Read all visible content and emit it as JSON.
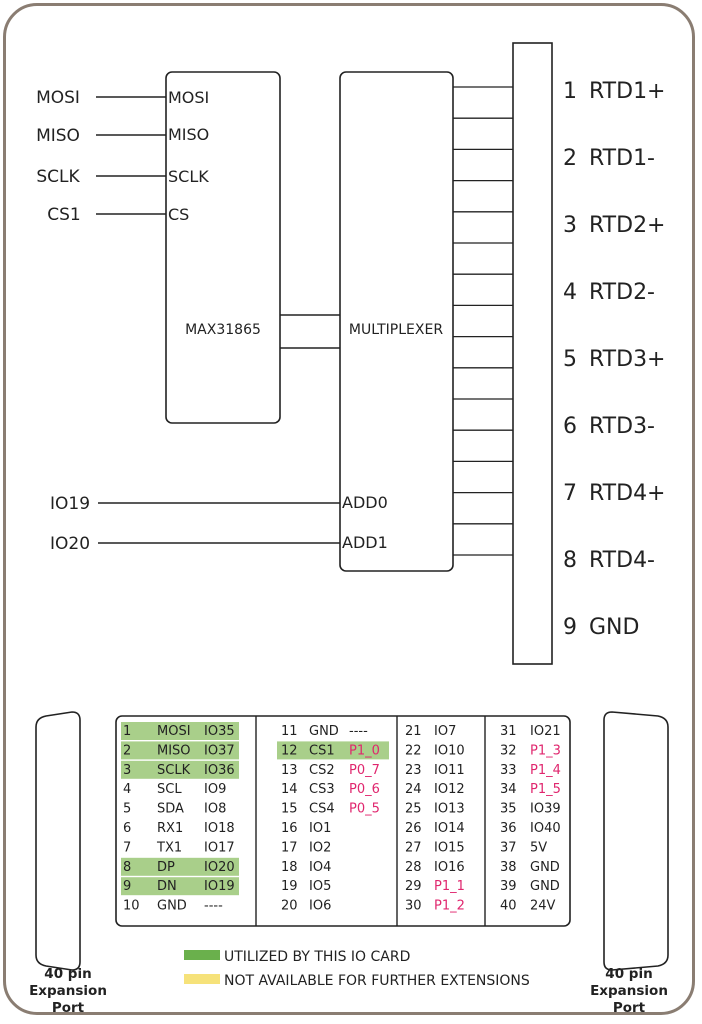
{
  "inputs": {
    "spi": [
      {
        "left": "MOSI",
        "right": "MOSI"
      },
      {
        "left": "MISO",
        "right": "MISO"
      },
      {
        "left": "SCLK",
        "right": "SCLK"
      },
      {
        "left": "CS1",
        "right": "CS"
      }
    ],
    "addr": [
      {
        "left": "IO19",
        "right": "ADD0"
      },
      {
        "left": "IO20",
        "right": "ADD1"
      }
    ]
  },
  "chips": {
    "converter": "MAX31865",
    "mux": "MULTIPLEXER"
  },
  "terminals": [
    {
      "num": "1",
      "label": "RTD1+"
    },
    {
      "num": "2",
      "label": "RTD1-"
    },
    {
      "num": "3",
      "label": "RTD2+"
    },
    {
      "num": "4",
      "label": "RTD2-"
    },
    {
      "num": "5",
      "label": "RTD3+"
    },
    {
      "num": "6",
      "label": "RTD3-"
    },
    {
      "num": "7",
      "label": "RTD4+"
    },
    {
      "num": "8",
      "label": "RTD4-"
    },
    {
      "num": "9",
      "label": "GND"
    }
  ],
  "pin_table": {
    "col1": [
      {
        "n": "1",
        "a": "MOSI",
        "b": "IO35",
        "hl": true
      },
      {
        "n": "2",
        "a": "MISO",
        "b": "IO37",
        "hl": true
      },
      {
        "n": "3",
        "a": "SCLK",
        "b": "IO36",
        "hl": true
      },
      {
        "n": "4",
        "a": "SCL",
        "b": "IO9",
        "hl": false
      },
      {
        "n": "5",
        "a": "SDA",
        "b": "IO8",
        "hl": false
      },
      {
        "n": "6",
        "a": "RX1",
        "b": "IO18",
        "hl": false
      },
      {
        "n": "7",
        "a": "TX1",
        "b": "IO17",
        "hl": false
      },
      {
        "n": "8",
        "a": "DP",
        "b": "IO20",
        "hl": true
      },
      {
        "n": "9",
        "a": "DN",
        "b": "IO19",
        "hl": true
      },
      {
        "n": "10",
        "a": "GND",
        "b": "----",
        "hl": false
      }
    ],
    "col2": [
      {
        "n": "11",
        "a": "GND",
        "b": "----",
        "pink": false,
        "hl": false
      },
      {
        "n": "12",
        "a": "CS1",
        "b": "P1_0",
        "pink": true,
        "hl": true
      },
      {
        "n": "13",
        "a": "CS2",
        "b": "P0_7",
        "pink": true,
        "hl": false
      },
      {
        "n": "14",
        "a": "CS3",
        "b": "P0_6",
        "pink": true,
        "hl": false
      },
      {
        "n": "15",
        "a": "CS4",
        "b": "P0_5",
        "pink": true,
        "hl": false
      },
      {
        "n": "16",
        "a": "IO1",
        "b": "",
        "pink": false,
        "hl": false
      },
      {
        "n": "17",
        "a": "IO2",
        "b": "",
        "pink": false,
        "hl": false
      },
      {
        "n": "18",
        "a": "IO4",
        "b": "",
        "pink": false,
        "hl": false
      },
      {
        "n": "19",
        "a": "IO5",
        "b": "",
        "pink": false,
        "hl": false
      },
      {
        "n": "20",
        "a": "IO6",
        "b": "",
        "pink": false,
        "hl": false
      }
    ],
    "col3": [
      {
        "n": "21",
        "a": "IO7",
        "pink": false
      },
      {
        "n": "22",
        "a": "IO10",
        "pink": false
      },
      {
        "n": "23",
        "a": "IO11",
        "pink": false
      },
      {
        "n": "24",
        "a": "IO12",
        "pink": false
      },
      {
        "n": "25",
        "a": "IO13",
        "pink": false
      },
      {
        "n": "26",
        "a": "IO14",
        "pink": false
      },
      {
        "n": "27",
        "a": "IO15",
        "pink": false
      },
      {
        "n": "28",
        "a": "IO16",
        "pink": false
      },
      {
        "n": "29",
        "a": "P1_1",
        "pink": true
      },
      {
        "n": "30",
        "a": "P1_2",
        "pink": true
      }
    ],
    "col4": [
      {
        "n": "31",
        "a": "IO21",
        "pink": false
      },
      {
        "n": "32",
        "a": "P1_3",
        "pink": true
      },
      {
        "n": "33",
        "a": "P1_4",
        "pink": true
      },
      {
        "n": "34",
        "a": "P1_5",
        "pink": true
      },
      {
        "n": "35",
        "a": "IO39",
        "pink": false
      },
      {
        "n": "36",
        "a": "IO40",
        "pink": false
      },
      {
        "n": "37",
        "a": "5V",
        "pink": false
      },
      {
        "n": "38",
        "a": "GND",
        "pink": false
      },
      {
        "n": "39",
        "a": "GND",
        "pink": false
      },
      {
        "n": "40",
        "a": "24V",
        "pink": false
      }
    ]
  },
  "legend": {
    "utilized": "UTILIZED BY THIS IO CARD",
    "not_available": "NOT AVAILABLE FOR FURTHER EXTENSIONS"
  },
  "ports": {
    "left": [
      "40 pin",
      "Expansion",
      "Port"
    ],
    "right": [
      "40 pin",
      "Expansion",
      "Port"
    ]
  },
  "colors": {
    "highlight": "#a9cf8a",
    "legend_green": "#6ab04c",
    "legend_yellow": "#f6e27a",
    "pink": "#e0266e",
    "border": "#8a7d72"
  }
}
